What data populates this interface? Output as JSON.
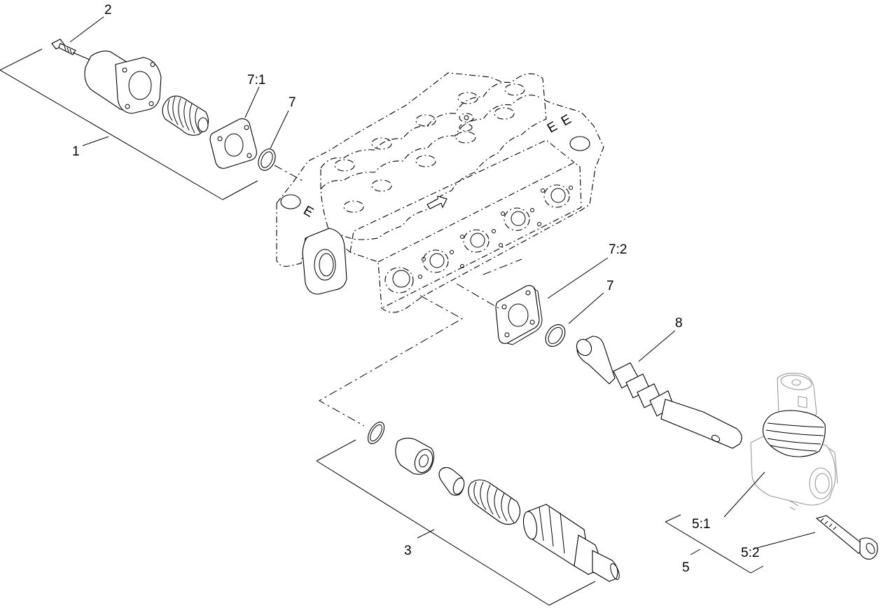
{
  "callouts": {
    "c1": "1",
    "c2": "2",
    "c7_1": "7:1",
    "c7_top": "7",
    "c7_2": "7:2",
    "c7_mid": "7",
    "c8": "8",
    "c3": "3",
    "c5_1": "5:1",
    "c5_2": "5:2",
    "c5": "5"
  }
}
